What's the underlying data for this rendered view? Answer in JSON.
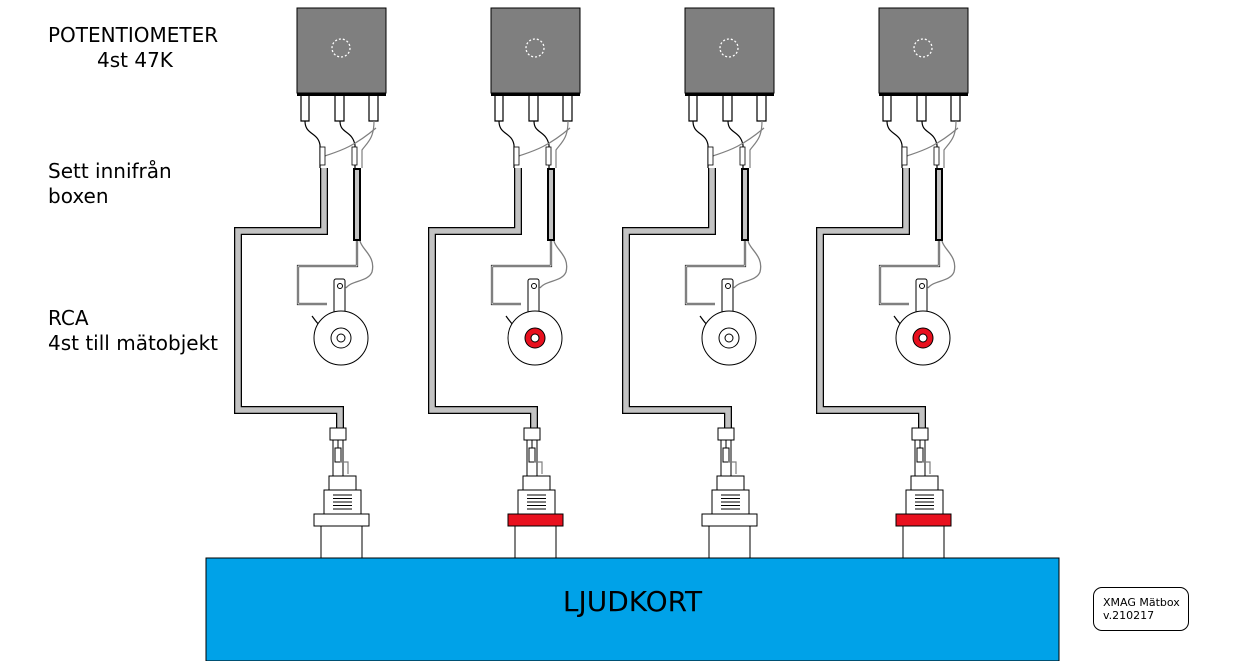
{
  "labels": {
    "potentiometer_line1": "POTENTIOMETER",
    "potentiometer_line2": "4st 47K",
    "inside_line1": "Sett innifrån",
    "inside_line2": "boxen",
    "rca_line1": "RCA",
    "rca_line2": "4st till mätobjekt"
  },
  "soundcard": {
    "label": "LJUDKORT",
    "color": "#00a2e8"
  },
  "badge": {
    "line1": "XMAG Mätbox",
    "line2": "v.210217"
  },
  "channels": [
    {
      "id": 1,
      "rca_color": "#ffffff",
      "jack_color": "#ffffff"
    },
    {
      "id": 2,
      "rca_color": "#e8101e",
      "jack_color": "#e8101e"
    },
    {
      "id": 3,
      "rca_color": "#ffffff",
      "jack_color": "#ffffff"
    },
    {
      "id": 4,
      "rca_color": "#e8101e",
      "jack_color": "#e8101e"
    }
  ],
  "colors": {
    "pot_body": "#7f7f7f",
    "cable": "#c3c3c3"
  }
}
